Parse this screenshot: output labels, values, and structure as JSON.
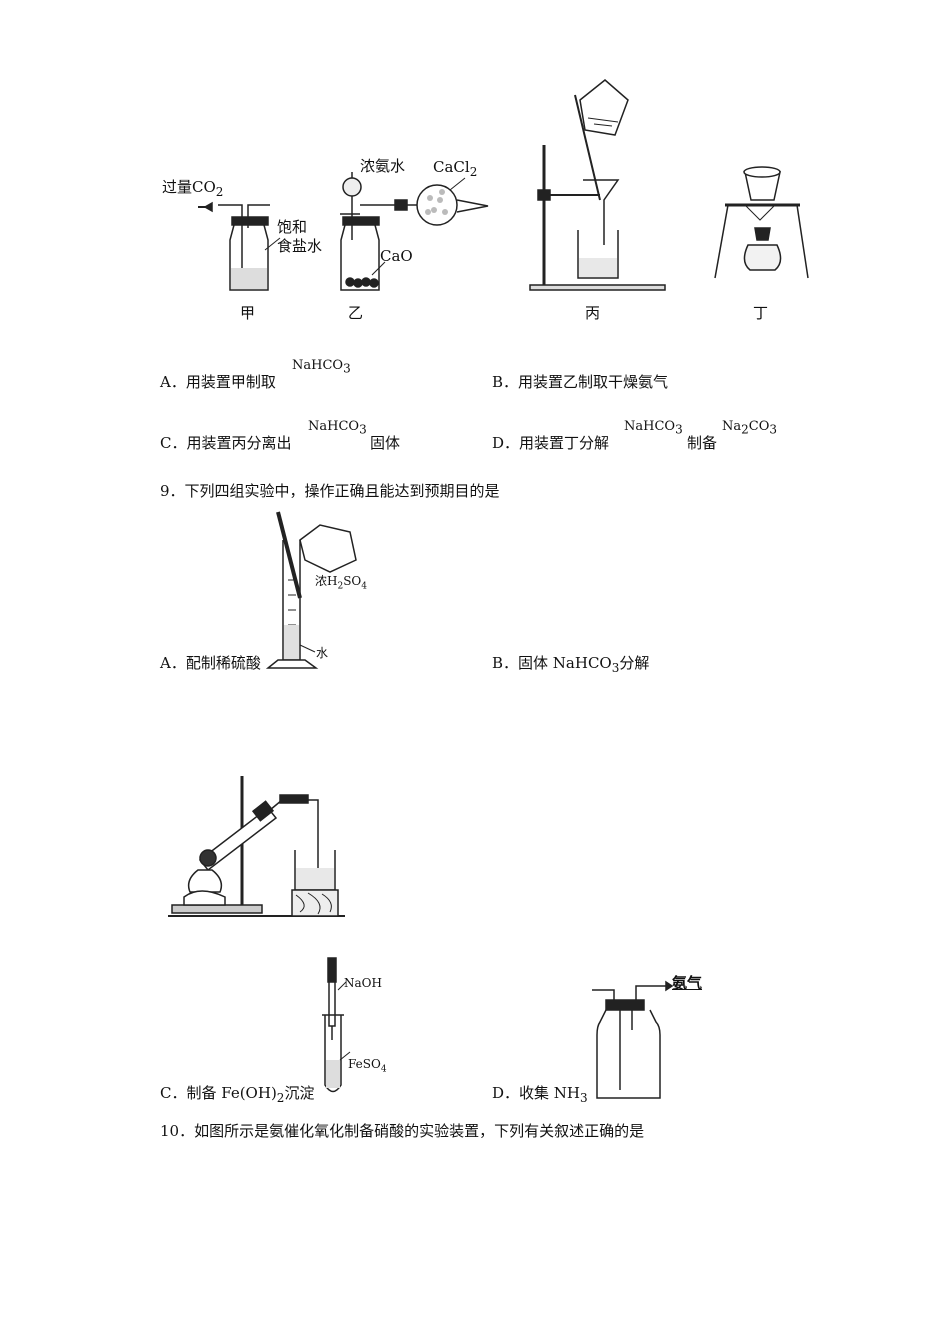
{
  "q8": {
    "fig_labels": {
      "excess_co2": "过量CO",
      "co2_sub": "2",
      "brine_line1": "饱和",
      "brine_line2": "食盐水",
      "conc_ammonia": "浓氨水",
      "cacl2": "CaCl",
      "cacl2_sub": "2",
      "cao": "CaO",
      "jia": "甲",
      "yi": "乙",
      "bing": "丙",
      "ding": "丁"
    },
    "optA_text": "A．用装置甲制取",
    "optA_formula": "NaHCO",
    "optA_sub": "3",
    "optB_text": "B．用装置乙制取干燥氨气",
    "optC_text": "C．用装置丙分离出",
    "optC_formula": "NaHCO",
    "optC_sub": "3",
    "optC_suffix": "固体",
    "optD_text": "D．用装置丁分解",
    "optD_formula1": "NaHCO",
    "optD_sub1": "3",
    "optD_mid": "制备",
    "optD_formula2a": "Na",
    "optD_sub2a": "2",
    "optD_formula2b": "CO",
    "optD_sub2b": "3"
  },
  "q9": {
    "stem": "9．下列四组实验中，操作正确且能达到预期目的是",
    "fig_conc_h2so4": "浓H",
    "fig_h2so4_sub1": "2",
    "fig_h2so4_so": "SO",
    "fig_h2so4_sub2": "4",
    "fig_water": "水",
    "optA": "A．配制稀硫酸",
    "optB_pre": "B．固体 NaHCO",
    "optB_sub": "3",
    "optB_post": "分解",
    "fig_naoh": "NaOH",
    "fig_feso4": "FeSO",
    "fig_feso4_sub": "4",
    "fig_ammonia": "氨气",
    "optC_pre": "C．制备 Fe(OH)",
    "optC_sub": "2",
    "optC_post": "沉淀",
    "optD_pre": "D．收集 NH",
    "optD_sub": "3"
  },
  "q10": {
    "stem": "10．如图所示是氨催化氧化制备硝酸的实验装置，下列有关叙述正确的是"
  }
}
